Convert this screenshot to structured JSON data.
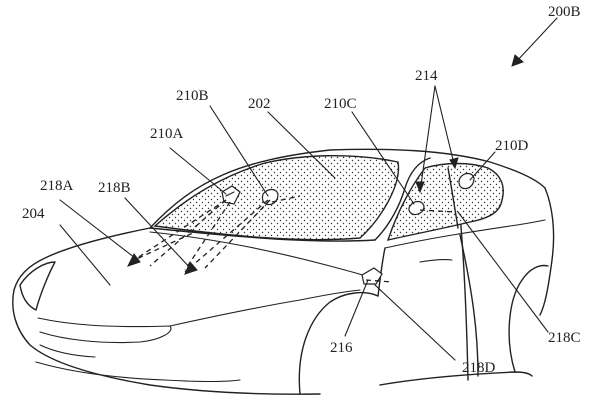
{
  "labels": {
    "figure_id": "200B",
    "windshield": "202",
    "hood": "204",
    "sensor_a": "210A",
    "sensor_b": "210B",
    "sensor_c": "210C",
    "sensor_d": "210D",
    "window_group": "214",
    "mirror_sensor": "216",
    "projection_a": "218A",
    "projection_b": "218B",
    "projection_c": "218C",
    "projection_d": "218D"
  },
  "colors": {
    "line": "#222222",
    "background": "#ffffff"
  }
}
